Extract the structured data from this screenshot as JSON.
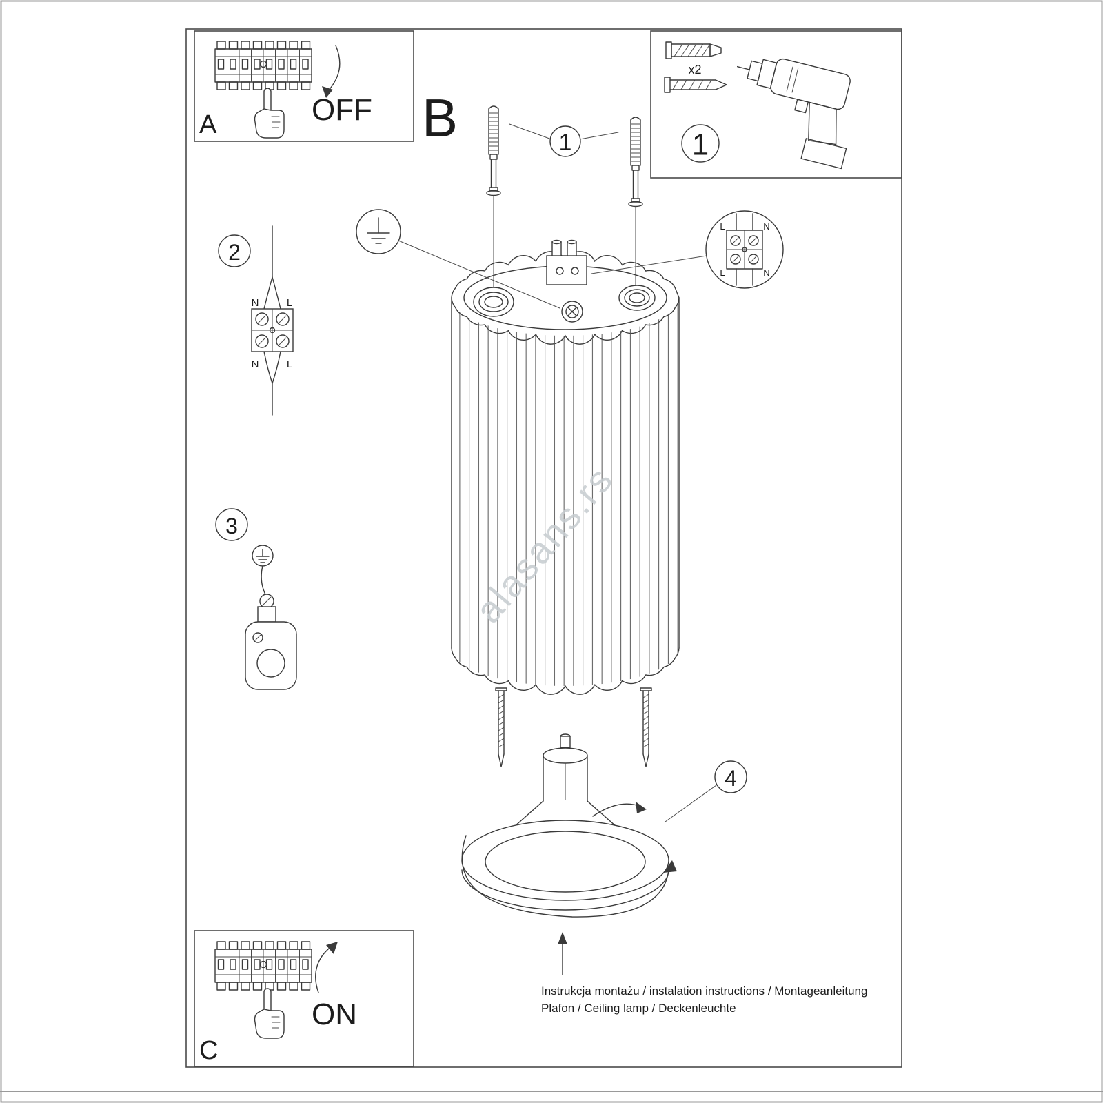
{
  "box_a": {
    "label": "A",
    "action": "OFF"
  },
  "box_c": {
    "label": "C",
    "action": "ON"
  },
  "section_label": "B",
  "hardware_box": {
    "step_number": "1",
    "anchor_qty": "x2"
  },
  "callouts": {
    "step1": "1",
    "step2": "2",
    "step3": "3",
    "step4": "4"
  },
  "wiring_block": {
    "top_left": "N",
    "top_right": "L",
    "bottom_left": "N",
    "bottom_right": "L"
  },
  "terminal_detail": {
    "top_left": "L",
    "top_right": "N",
    "bottom_left": "L",
    "bottom_right": "N"
  },
  "watermark": "alasans.rs",
  "footer": {
    "line1": "Instrukcja montażu / instalation instructions / Montageanleitung",
    "line2": "Plafon / Ceiling lamp / Deckenleuchte"
  }
}
